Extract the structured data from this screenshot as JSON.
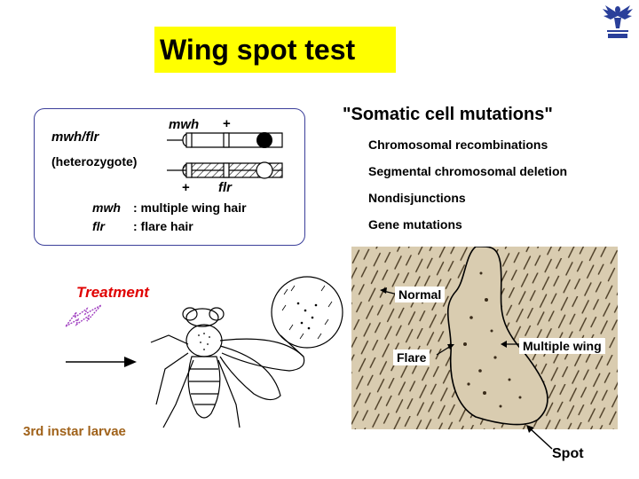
{
  "title": "Wing spot test",
  "genotype_box": {
    "genotype": "mwh/flr",
    "zygosity": "(heterozygote)",
    "top_chrom_labels": [
      "mwh",
      "+"
    ],
    "bottom_chrom_labels": [
      "+",
      "flr"
    ],
    "legend": [
      {
        "abbr": "mwh",
        "desc": ": multiple wing hair"
      },
      {
        "abbr": "flr",
        "desc": ": flare hair"
      }
    ]
  },
  "mutations": {
    "title": "\"Somatic cell mutations\"",
    "items": [
      "Chromosomal recombinations",
      "Segmental chromosomal deletion",
      "Nondisjunctions",
      "Gene mutations"
    ]
  },
  "micrograph": {
    "labels": {
      "normal": "Normal",
      "flare": "Flare",
      "multiple": "Multiple wing",
      "spot": "Spot"
    }
  },
  "treatment": "Treatment",
  "larvae": "3rd instar larvae",
  "colors": {
    "title_bg": "#ffff00",
    "treatment": "#e00000",
    "larvae": "#a0621a",
    "box_border": "#3b3f9a",
    "bolt": "#a040c0"
  }
}
